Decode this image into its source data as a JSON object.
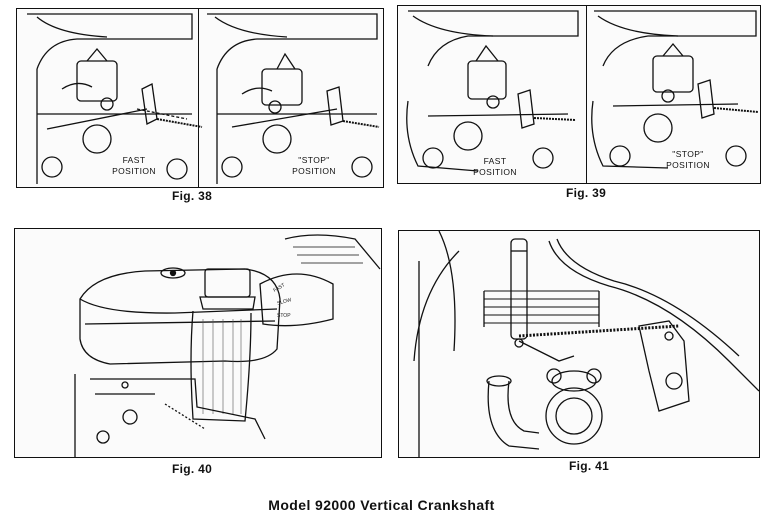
{
  "figures": {
    "fig38": {
      "caption": "Fig. 38",
      "left_label_line1": "FAST",
      "left_label_line2": "POSITION",
      "right_label_line1": "\"STOP\"",
      "right_label_line2": "POSITION"
    },
    "fig39": {
      "caption": "Fig. 39",
      "left_label_line1": "FAST",
      "left_label_line2": "POSITION",
      "right_label_line1": "\"STOP\"",
      "right_label_line2": "POSITION"
    },
    "fig40": {
      "caption": "Fig. 40",
      "dial_fast": "FAST",
      "dial_slow": "SLOW",
      "dial_stop": "STOP"
    },
    "fig41": {
      "caption": "Fig. 41"
    }
  },
  "page_title": "Model 92000 Vertical Crankshaft"
}
